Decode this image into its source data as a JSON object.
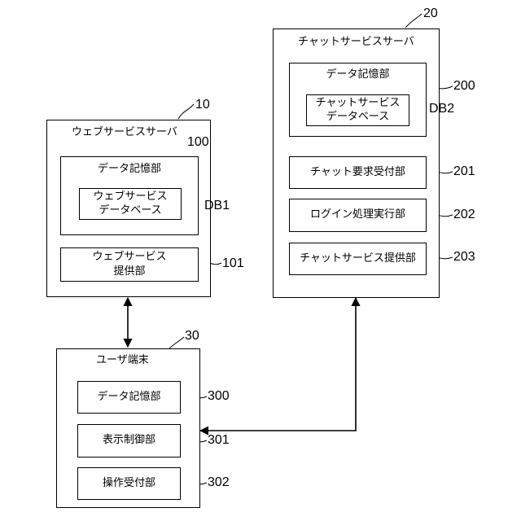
{
  "web_server": {
    "ref": "10",
    "title": "ウェブサービスサーバ",
    "storage": {
      "ref": "100",
      "title": "データ記憶部",
      "db": {
        "ref": "DB1",
        "line1": "ウェブサービス",
        "line2": "データベース"
      }
    },
    "provider": {
      "ref": "101",
      "line1": "ウェブサービス",
      "line2": "提供部"
    }
  },
  "chat_server": {
    "ref": "20",
    "title": "チャットサービスサーバ",
    "storage": {
      "ref": "200",
      "title": "データ記憶部",
      "db": {
        "ref": "DB2",
        "line1": "チャットサービス",
        "line2": "データベース"
      }
    },
    "units": [
      {
        "ref": "201",
        "label": "チャット要求受付部"
      },
      {
        "ref": "202",
        "label": "ログイン処理実行部"
      },
      {
        "ref": "203",
        "label": "チャットサービス提供部"
      }
    ]
  },
  "user_terminal": {
    "ref": "30",
    "title": "ユーザ端末",
    "units": [
      {
        "ref": "300",
        "label": "データ記憶部"
      },
      {
        "ref": "301",
        "label": "表示制御部"
      },
      {
        "ref": "302",
        "label": "操作受付部"
      }
    ]
  }
}
